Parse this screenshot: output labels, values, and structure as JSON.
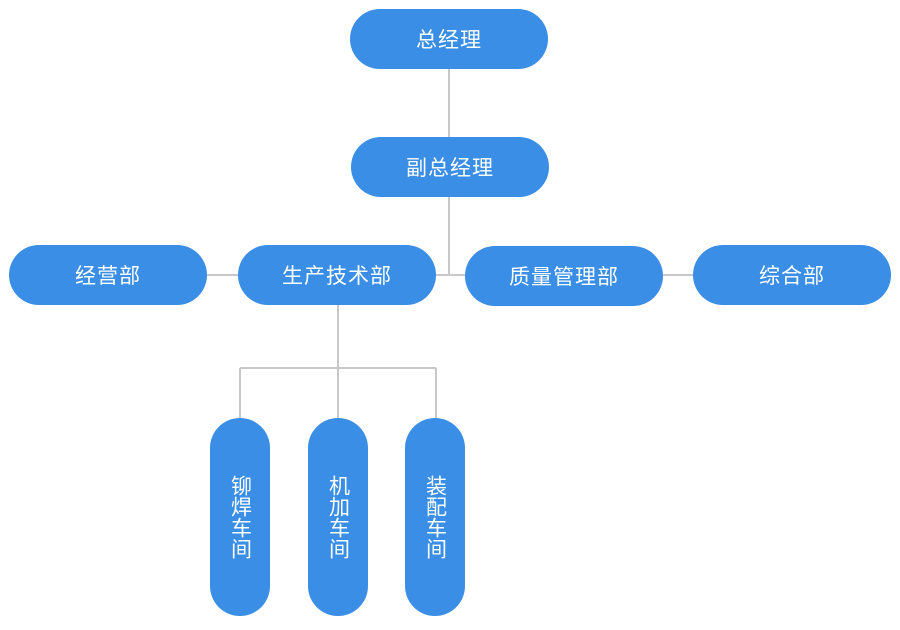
{
  "org": {
    "ceo": "总经理",
    "vice_ceo": "副总经理",
    "departments": {
      "business": "经营部",
      "production_tech": "生产技术部",
      "quality": "质量管理部",
      "general": "综合部"
    },
    "workshops": {
      "riveting": "铆焊车间",
      "machining": "机加车间",
      "assembly": "装配车间"
    }
  },
  "colors": {
    "node_fill": "#3a8ee6",
    "node_text": "#ffffff",
    "connector": "#c8c8c8"
  }
}
